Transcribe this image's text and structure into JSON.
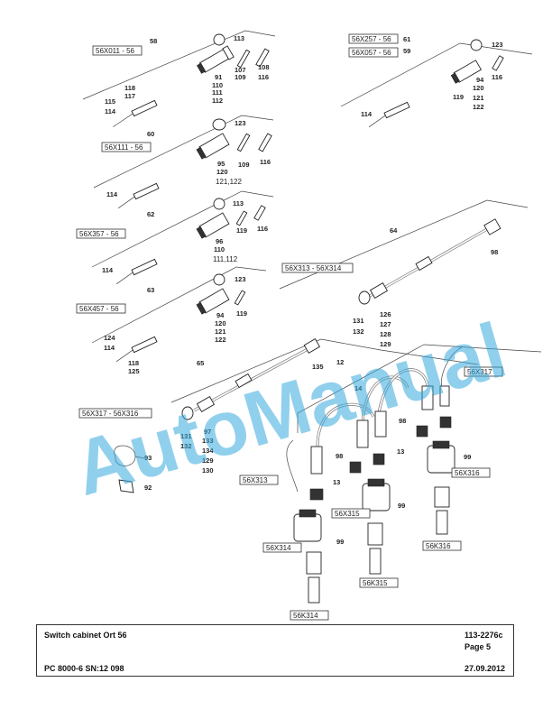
{
  "watermark": "AutoManual",
  "labels": {
    "l56x011": "56X011 - 56",
    "l56x111": "56X111 - 56",
    "l56x357": "56X357 - 56",
    "l56x457": "56X457 - 56",
    "l56x257": "56X257 - 56",
    "l56x057": "56X057 - 56",
    "l56x313_56x314": "56X313 - 56X314",
    "l56x317_56x316": "56X317 - 56X316",
    "l56x317": "56X317",
    "l56x313": "56X313",
    "l56x316": "56X316",
    "l56x315": "56X315",
    "l56x314": "56X314",
    "l56k316": "56K316",
    "l56k315": "56K315",
    "l56k314": "56K314"
  },
  "callouts": {
    "n58": "58",
    "n113a": "113",
    "n91": "91",
    "n110a": "110",
    "n111a": "111",
    "n112a": "112",
    "n107": "107",
    "n109a": "109",
    "n108": "108",
    "n116a": "116",
    "n118a": "118",
    "n117": "117",
    "n115": "115",
    "n114a": "114",
    "n61": "61",
    "n59": "59",
    "n123a": "123",
    "n116b": "116",
    "n94a": "94",
    "n120a": "120",
    "n119a": "119",
    "n121a": "121",
    "n122a": "122",
    "n114b": "114",
    "n60": "60",
    "n123b": "123",
    "n95": "95",
    "n120b": "120",
    "n121_122": "121,122",
    "n109b": "109",
    "n116c": "116",
    "n114c": "114",
    "n62": "62",
    "n113b": "113",
    "n119b": "119",
    "n116d": "116",
    "n96": "96",
    "n110b": "110",
    "n111_112": "111,112",
    "n114d": "114",
    "n63": "63",
    "n123c": "123",
    "n119c": "119",
    "n94b": "94",
    "n120c": "120",
    "n121b": "121",
    "n122b": "122",
    "n124": "124",
    "n114e": "114",
    "n118b": "118",
    "n125": "125",
    "n64": "64",
    "n98a": "98",
    "n131a": "131",
    "n132a": "132",
    "n126": "126",
    "n127": "127",
    "n128": "128",
    "n129a": "129",
    "n65": "65",
    "n135": "135",
    "n12": "12",
    "n131b": "131",
    "n132b": "132",
    "n97": "97",
    "n133": "133",
    "n134": "134",
    "n129b": "129",
    "n130": "130",
    "n14": "14",
    "n98b": "98",
    "n98c": "98",
    "n13a": "13",
    "n13b": "13",
    "n99a": "99",
    "n99b": "99",
    "n99c": "99",
    "n93": "93",
    "n92": "92"
  },
  "title_block": {
    "title": "Switch cabinet Ort 56",
    "doc_number": "113-2276c",
    "page": "Page 5",
    "model": "PC 8000-6 SN:12 098",
    "date": "27.09.2012"
  }
}
